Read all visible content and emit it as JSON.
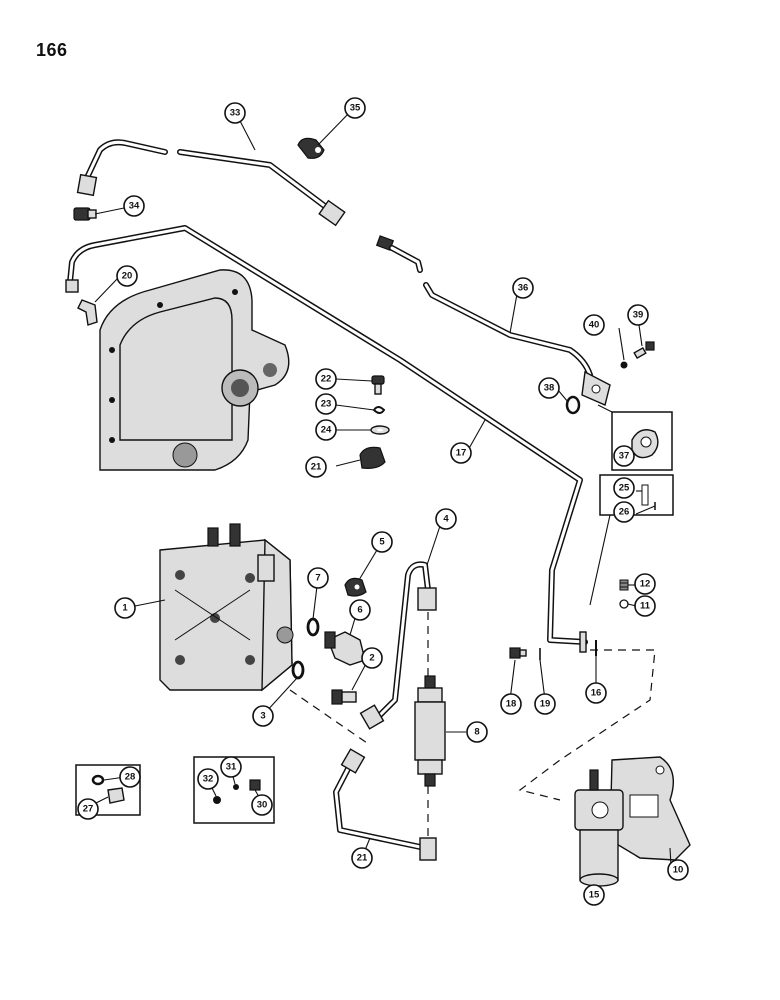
{
  "page": {
    "number": "166"
  },
  "callouts": {
    "c1": "1",
    "c2": "2",
    "c3": "3",
    "c4": "4",
    "c5": "5",
    "c6": "6",
    "c7": "7",
    "c8": "8",
    "c10": "10",
    "c11": "11",
    "c12": "12",
    "c15": "15",
    "c16": "16",
    "c17": "17",
    "c18": "18",
    "c19": "19",
    "c20": "20",
    "c21a": "21",
    "c21b": "21",
    "c22": "22",
    "c23": "23",
    "c24": "24",
    "c25": "25",
    "c26": "26",
    "c27": "27",
    "c28": "28",
    "c30": "30",
    "c31": "31",
    "c32": "32",
    "c33": "33",
    "c34": "34",
    "c35": "35",
    "c36": "36",
    "c37": "37",
    "c38": "38",
    "c39": "39",
    "c40": "40"
  }
}
